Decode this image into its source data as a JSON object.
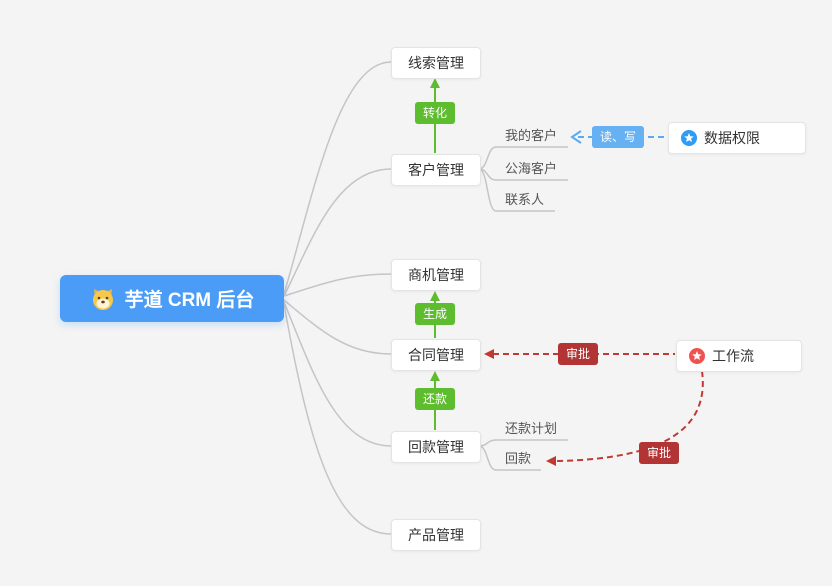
{
  "colors": {
    "background": "#f4f4f4",
    "root_blue": "#4b9cf6",
    "edge_gray": "#c5c5c5",
    "flow_green": "#5ebd2f",
    "badge_blue": "#66b1f1",
    "badge_red": "#b23434",
    "dashed_red": "#bf3a34",
    "dashed_blue": "#5aabf2",
    "icon_blue": "#2e9bf5",
    "icon_red": "#f0534f"
  },
  "root": {
    "label": "芋道 CRM 后台",
    "icon": "dog-face-icon"
  },
  "modules": {
    "leads": "线索管理",
    "customers": "客户管理",
    "opportunities": "商机管理",
    "contracts": "合同管理",
    "receivables": "回款管理",
    "products": "产品管理"
  },
  "customer_children": {
    "mine": "我的客户",
    "pool": "公海客户",
    "contacts": "联系人"
  },
  "receivable_children": {
    "plan": "还款计划",
    "payment": "回款"
  },
  "side_nodes": {
    "data_permission": "数据权限",
    "workflow": "工作流"
  },
  "edge_labels": {
    "convert": "转化",
    "generate": "生成",
    "repay": "还款",
    "read_write": "读、写",
    "approve_contract": "审批",
    "approve_receivable": "审批"
  }
}
